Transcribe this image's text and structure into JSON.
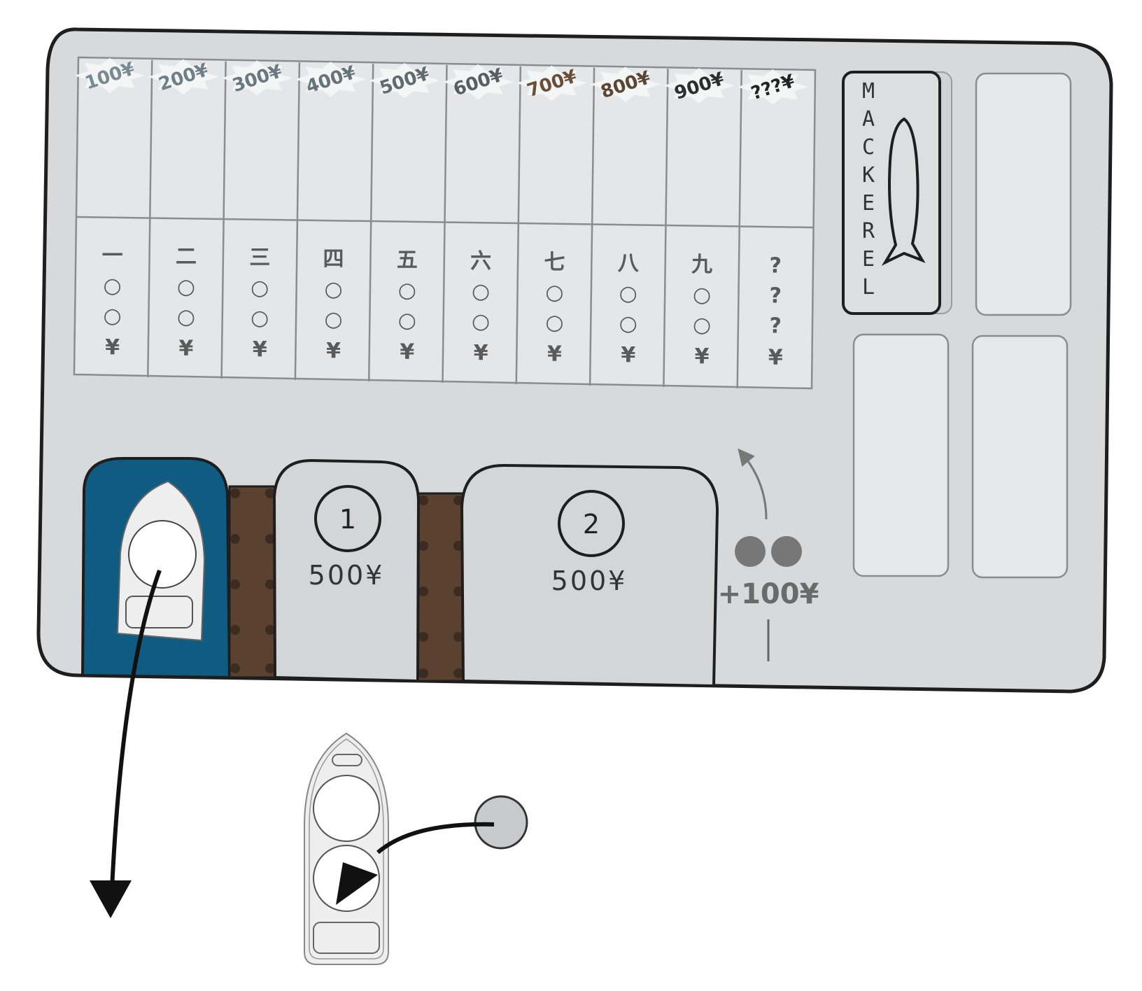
{
  "price_track": [
    {
      "label": "100¥",
      "color": "#7a8a92"
    },
    {
      "label": "200¥",
      "color": "#6f7f88"
    },
    {
      "label": "300¥",
      "color": "#6a7880"
    },
    {
      "label": "400¥",
      "color": "#667378"
    },
    {
      "label": "500¥",
      "color": "#606b70"
    },
    {
      "label": "600¥",
      "color": "#585f63"
    },
    {
      "label": "700¥",
      "color": "#6a4e38"
    },
    {
      "label": "800¥",
      "color": "#5a4632"
    },
    {
      "label": "900¥",
      "color": "#2e2e2e"
    },
    {
      "label": "???¥",
      "color": "#222222"
    }
  ],
  "column_headers": [
    "一",
    "二",
    "三",
    "四",
    "五",
    "六",
    "七",
    "八",
    "九",
    "?"
  ],
  "circle_glyph": "○",
  "question_glyph": "?",
  "yen_glyph": "¥",
  "fish_card": {
    "name": "MACKEREL",
    "icon": "fish-icon"
  },
  "docks": [
    {
      "number": "1",
      "price": "500¥"
    },
    {
      "number": "2",
      "price": "500¥"
    }
  ],
  "bonus_text": "+100¥",
  "colors": {
    "board": "#d7d9da",
    "water": "#0f5b82",
    "pier": "#5a4130",
    "dock": "#d3d5d6",
    "token": "#c8cacb"
  }
}
